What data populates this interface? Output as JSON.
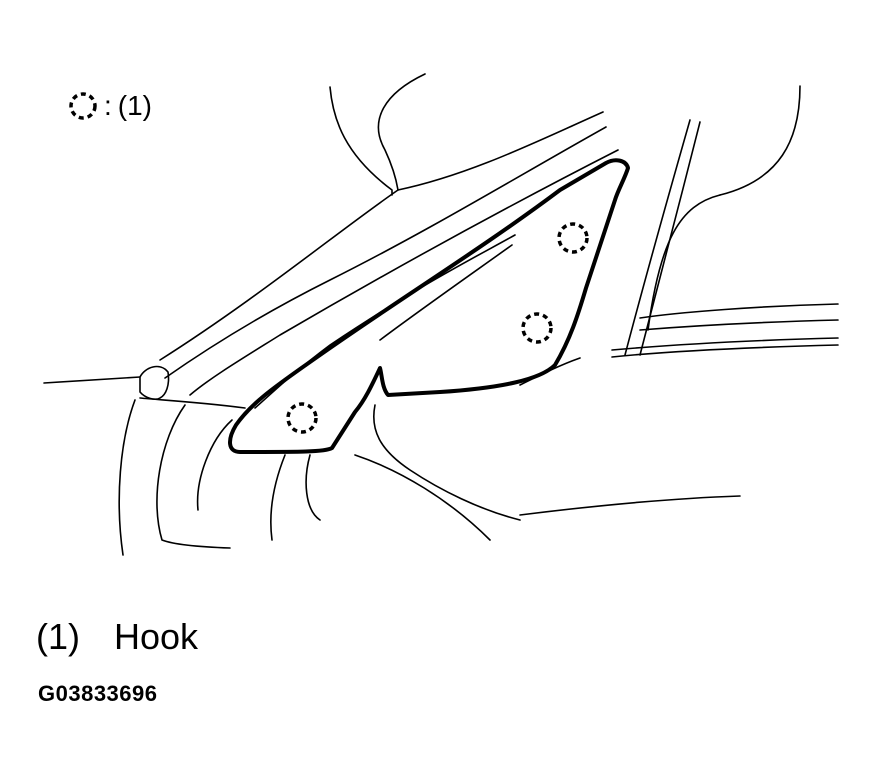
{
  "legend": {
    "symbol": "dashed-circle-icon",
    "separator": ":",
    "ref": "(1)"
  },
  "callouts": [
    {
      "ref": "(1)",
      "text": "Hook"
    }
  ],
  "figure_id": "G03833696",
  "parts": {
    "highlighted_trim": "triangular-trim-panel",
    "hook_count": 3
  },
  "colors": {
    "line": "#000000",
    "background": "#ffffff"
  }
}
